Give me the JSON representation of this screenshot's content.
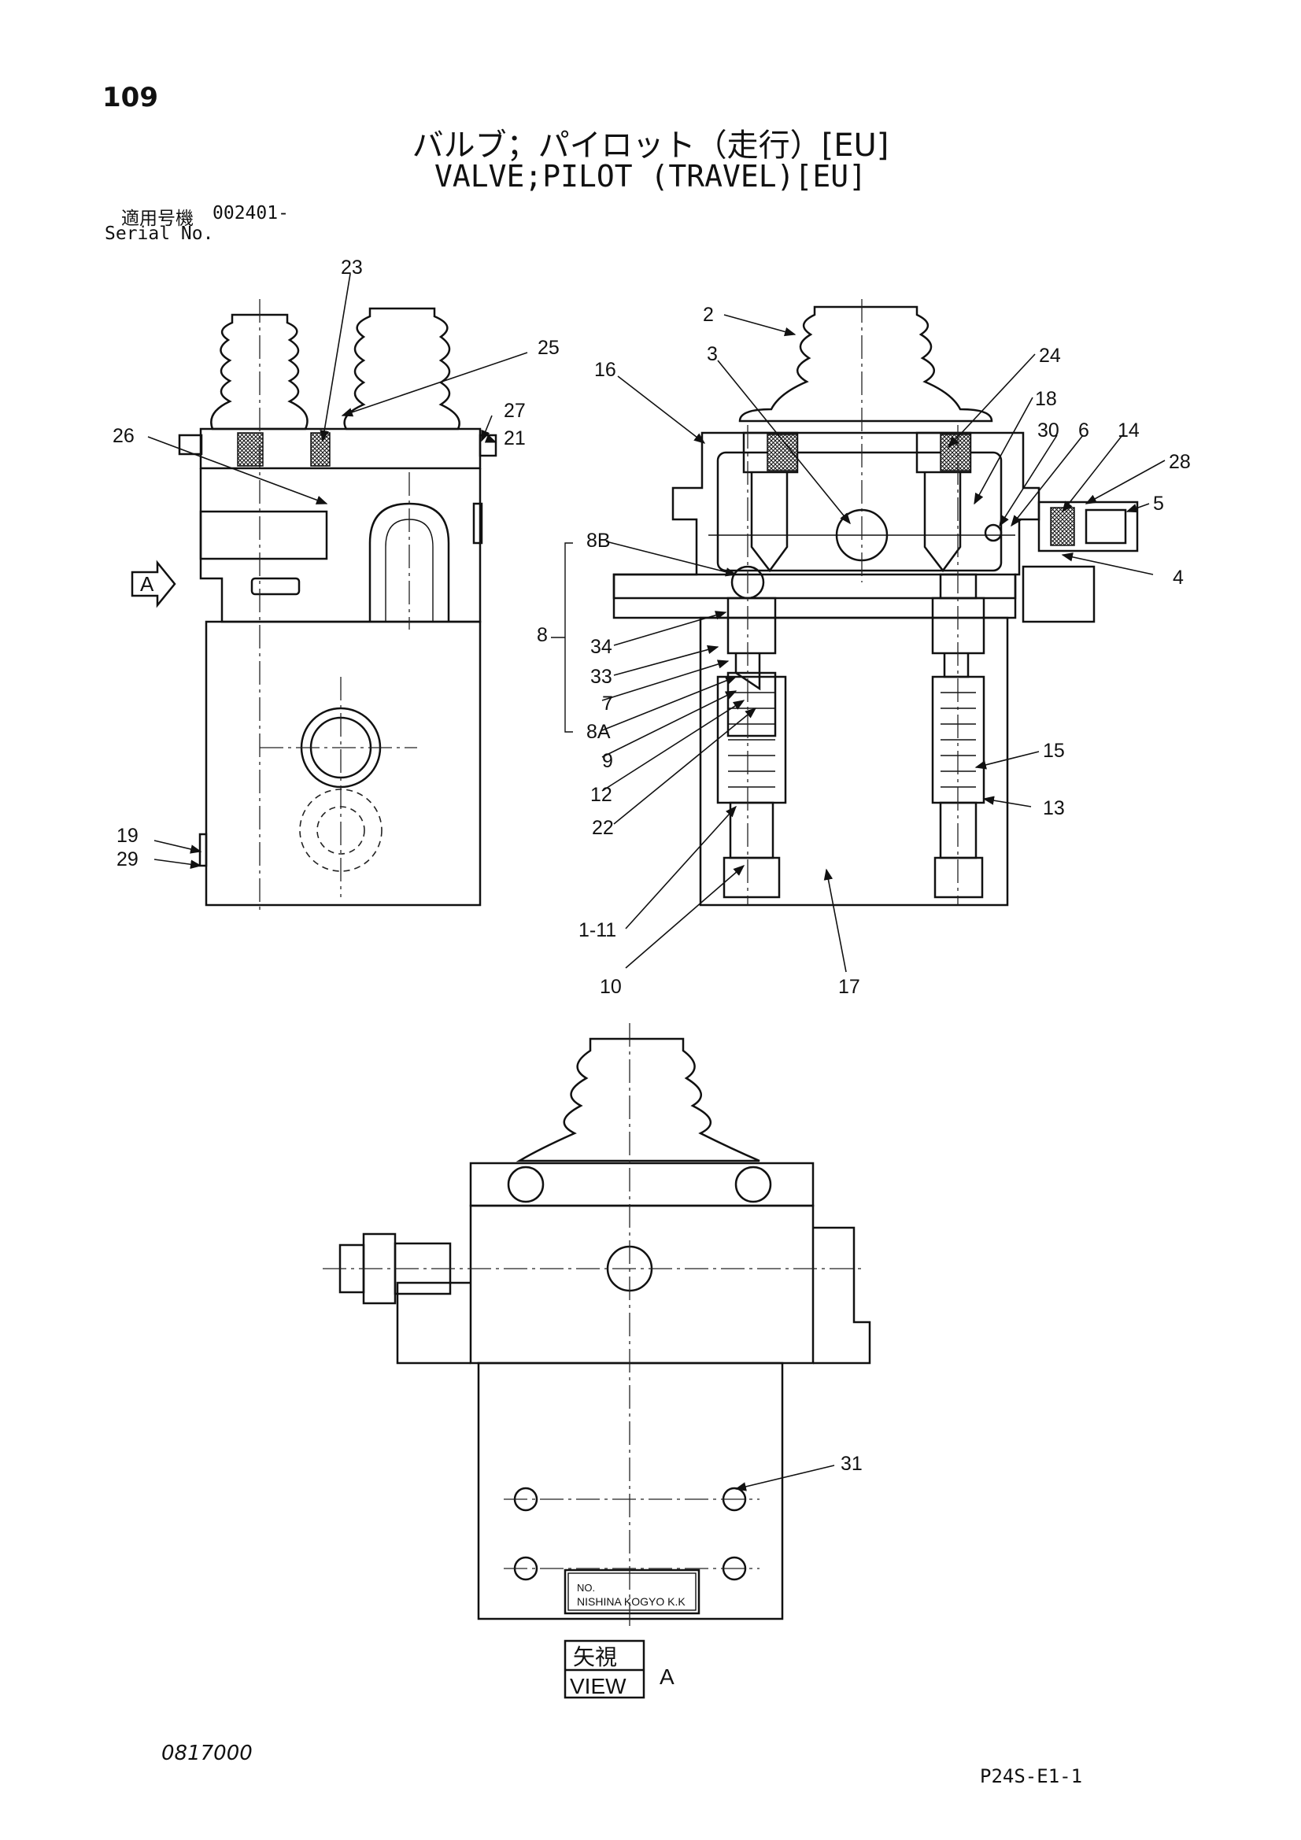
{
  "header": {
    "page_number": "109",
    "title_jp": "バルブ；パイロット（走行）[EU]",
    "title_en": "VALVE;PILOT (TRAVEL)[EU]",
    "serial_label_jp": "適用号機",
    "serial_value": "002401-",
    "serial_label_en": "Serial No."
  },
  "callouts": {
    "c2": "2",
    "c3": "3",
    "c4": "4",
    "c5": "5",
    "c6": "6",
    "c7": "7",
    "c8": "8",
    "c8A": "8A",
    "c8B": "8B",
    "c9": "9",
    "c10": "10",
    "c111": "1-11",
    "c12": "12",
    "c13": "13",
    "c14": "14",
    "c15": "15",
    "c16": "16",
    "c17": "17",
    "c18": "18",
    "c19": "19",
    "c21": "21",
    "c22": "22",
    "c23": "23",
    "c24": "24",
    "c25": "25",
    "c26": "26",
    "c27": "27",
    "c28": "28",
    "c29": "29",
    "c30": "30",
    "c31": "31",
    "c33": "33",
    "c34": "34"
  },
  "view_marker": "A",
  "view_label": {
    "jp": "矢視",
    "en": "VIEW",
    "letter": "A"
  },
  "nameplate": {
    "line1": "NO.",
    "line2": "NISHINA KOGYO K.K"
  },
  "footer": {
    "doc_code": "0817000",
    "sheet_code": "P24S-E1-1"
  }
}
